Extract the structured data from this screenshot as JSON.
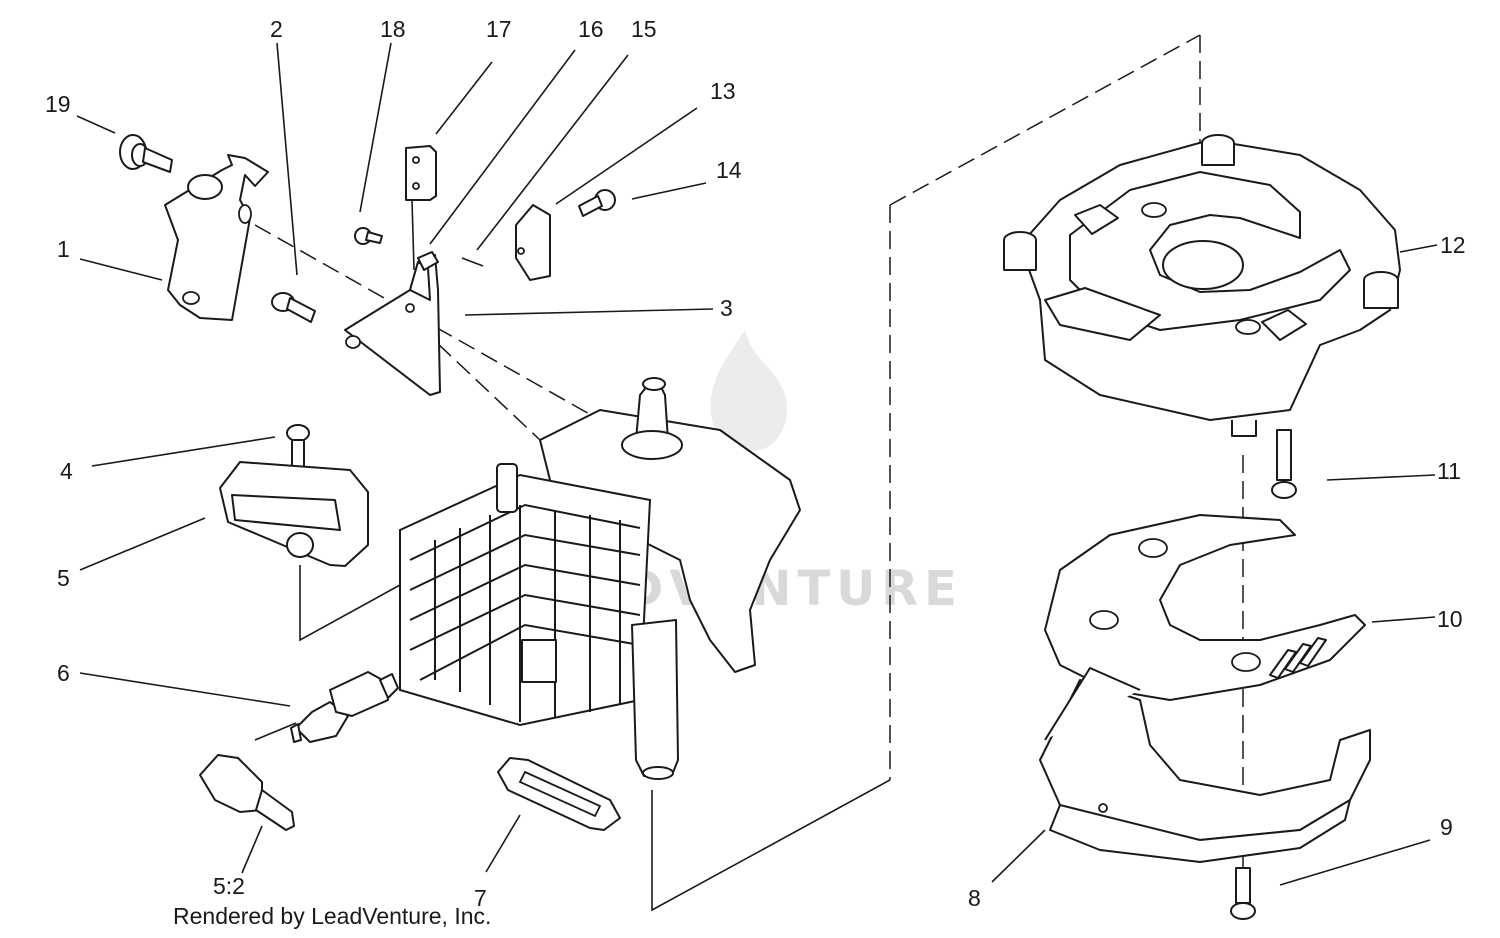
{
  "credit": "Rendered by LeadVenture, Inc.",
  "watermark": "LEADVENTURE",
  "callouts": [
    {
      "id": "1",
      "label": "1"
    },
    {
      "id": "2",
      "label": "2"
    },
    {
      "id": "3",
      "label": "3"
    },
    {
      "id": "4",
      "label": "4"
    },
    {
      "id": "5",
      "label": "5"
    },
    {
      "id": "5-2",
      "label": "5:2"
    },
    {
      "id": "6",
      "label": "6"
    },
    {
      "id": "7",
      "label": "7"
    },
    {
      "id": "8",
      "label": "8"
    },
    {
      "id": "9",
      "label": "9"
    },
    {
      "id": "10",
      "label": "10"
    },
    {
      "id": "11",
      "label": "11"
    },
    {
      "id": "12",
      "label": "12"
    },
    {
      "id": "13",
      "label": "13"
    },
    {
      "id": "14",
      "label": "14"
    },
    {
      "id": "15",
      "label": "15"
    },
    {
      "id": "16",
      "label": "16"
    },
    {
      "id": "17",
      "label": "17"
    },
    {
      "id": "18",
      "label": "18"
    },
    {
      "id": "19",
      "label": "19"
    }
  ]
}
